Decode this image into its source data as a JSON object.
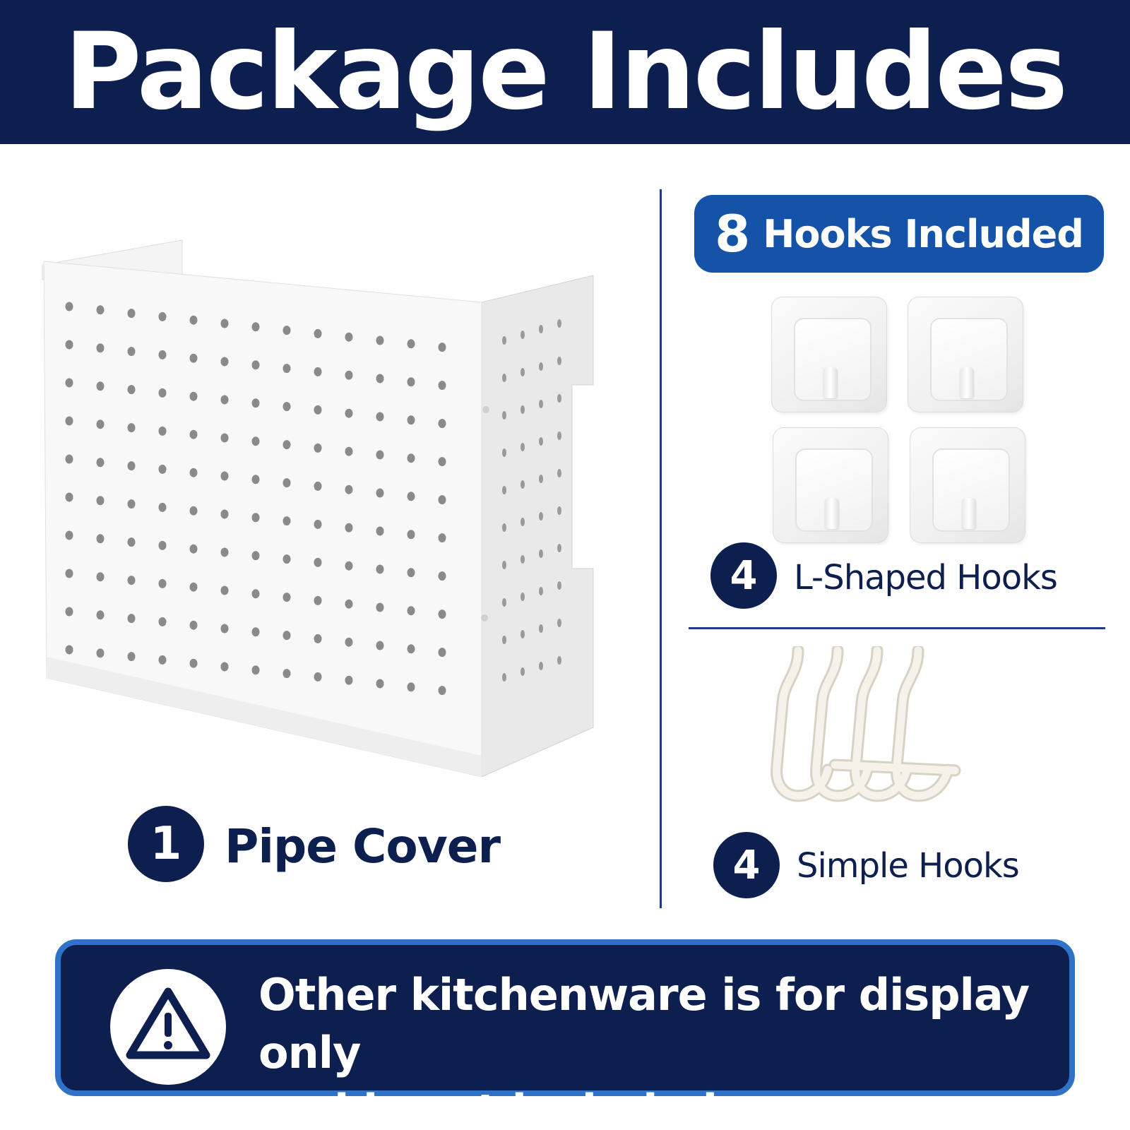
{
  "header": {
    "title": "Package Includes"
  },
  "pipe_cover": {
    "count": "1",
    "label": "Pipe Cover"
  },
  "hooks_badge": {
    "count": "8",
    "label": "Hooks Included"
  },
  "l_shaped_hooks": {
    "count": "4",
    "label": "L-Shaped Hooks"
  },
  "simple_hooks": {
    "count": "4",
    "label": "Simple Hooks"
  },
  "notice": {
    "line1": "Other kitchenware is for display only",
    "line2": "and is not included.",
    "icon": "warning-icon"
  },
  "colors": {
    "navy": "#0c1f4f",
    "blue": "#1553a8",
    "border_blue": "#2f73c9"
  }
}
